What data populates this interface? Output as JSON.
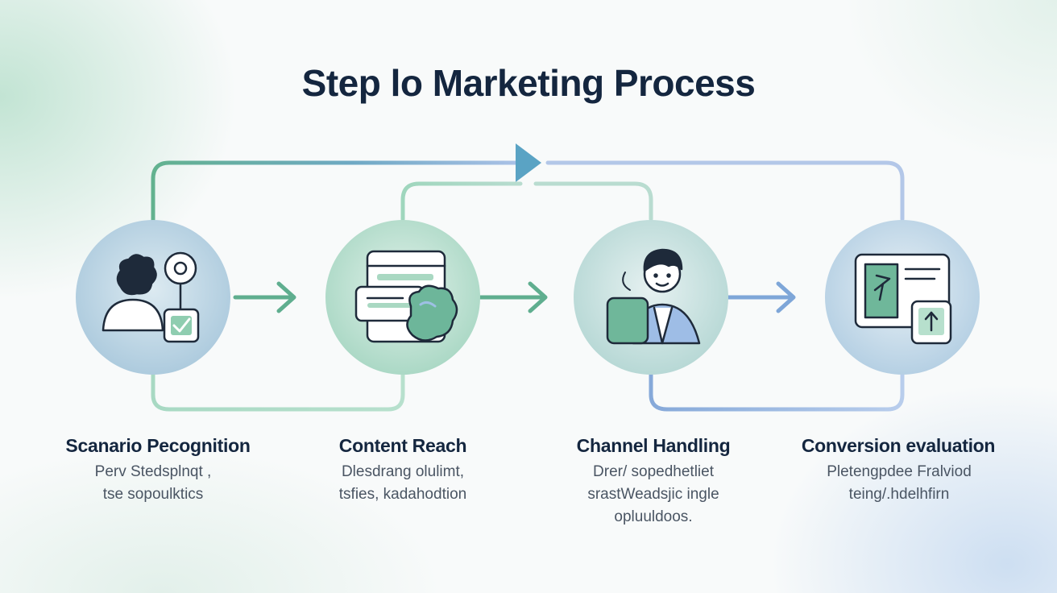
{
  "title": "Step lo Marketing Process",
  "steps": [
    {
      "name": "Scanario Pecognition",
      "desc_lines": [
        "Perv Stedsplnqt ,",
        "tse sopoulktics"
      ],
      "icon": "person-target-check-icon"
    },
    {
      "name": "Content Reach",
      "desc_lines": [
        "Dlesdrang olulimt,",
        "tsfies, kadahodtion"
      ],
      "icon": "content-cards-icon"
    },
    {
      "name": "Channel Handling",
      "desc_lines": [
        "Drer/ sopedhetliet",
        "srastWeadsjic ingle",
        "opluuldoos."
      ],
      "icon": "person-handling-icon"
    },
    {
      "name": "Conversion evaluation",
      "desc_lines": [
        "Pletengpdee Fralviod",
        "teing/.hdelhfirn"
      ],
      "icon": "conversion-chart-icon"
    }
  ],
  "colors": {
    "title": "#14263f",
    "green": "#5aac8c",
    "light_green": "#a9d8c2",
    "blue": "#7ea6d8",
    "light_blue": "#b9cdea",
    "icon_stroke": "#1e2a3a"
  }
}
